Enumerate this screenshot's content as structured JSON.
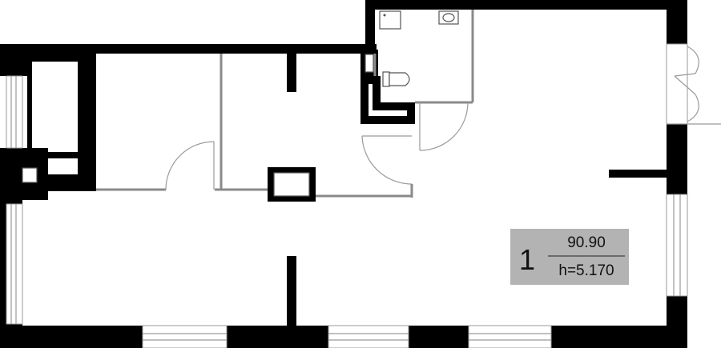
{
  "plan": {
    "unit_label": {
      "number": "1",
      "area": "90.90",
      "height": "h=5.170",
      "background": "#b3b3b3"
    },
    "colors": {
      "wall": "#000000",
      "partition": "#8a8a8a",
      "door": "#9a9a9a"
    },
    "icons": [
      "shower-tray-icon",
      "sink-icon",
      "toilet-icon"
    ]
  }
}
